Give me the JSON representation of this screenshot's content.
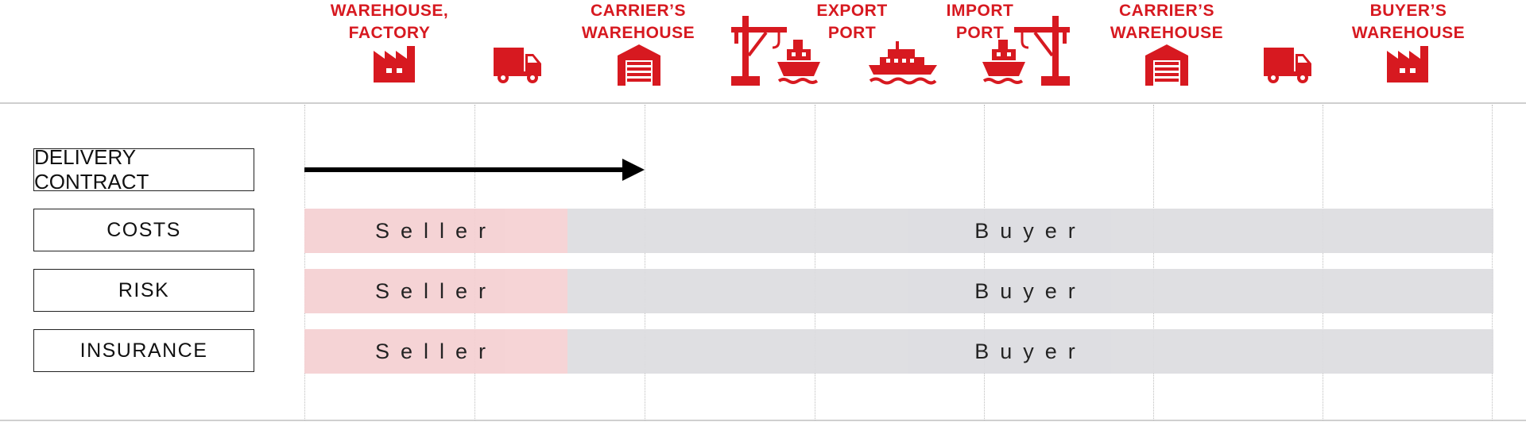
{
  "stages": [
    {
      "id": "warehouse-factory",
      "line1": "WAREHOUSE,",
      "line2": "FACTORY"
    },
    {
      "id": "carriers-warehouse-1",
      "line1": "CARRIER’S",
      "line2": "WAREHOUSE"
    },
    {
      "id": "export-port",
      "line1": "EXPORT",
      "line2": "PORT"
    },
    {
      "id": "import-port",
      "line1": "IMPORT",
      "line2": "PORT"
    },
    {
      "id": "carriers-warehouse-2",
      "line1": "CARRIER’S",
      "line2": "WAREHOUSE"
    },
    {
      "id": "buyers-warehouse",
      "line1": "BUYER’S",
      "line2": "WAREHOUSE"
    }
  ],
  "icons": [
    "factory-icon",
    "truck-icon",
    "warehouse-icon",
    "crane-icon",
    "ship-icon",
    "ferry-icon",
    "ship-icon",
    "crane-icon",
    "warehouse-icon",
    "truck-icon",
    "factory-icon"
  ],
  "rows": {
    "delivery_contract": "DELIVERY CONTRACT",
    "costs": "COSTS",
    "risk": "RISK",
    "insurance": "INSURANCE"
  },
  "parties": {
    "seller": "Seller",
    "buyer": "Buyer"
  },
  "colors": {
    "accent": "#d71920",
    "seller_fill": "#f5d0d2",
    "buyer_fill": "#dcdce0"
  }
}
